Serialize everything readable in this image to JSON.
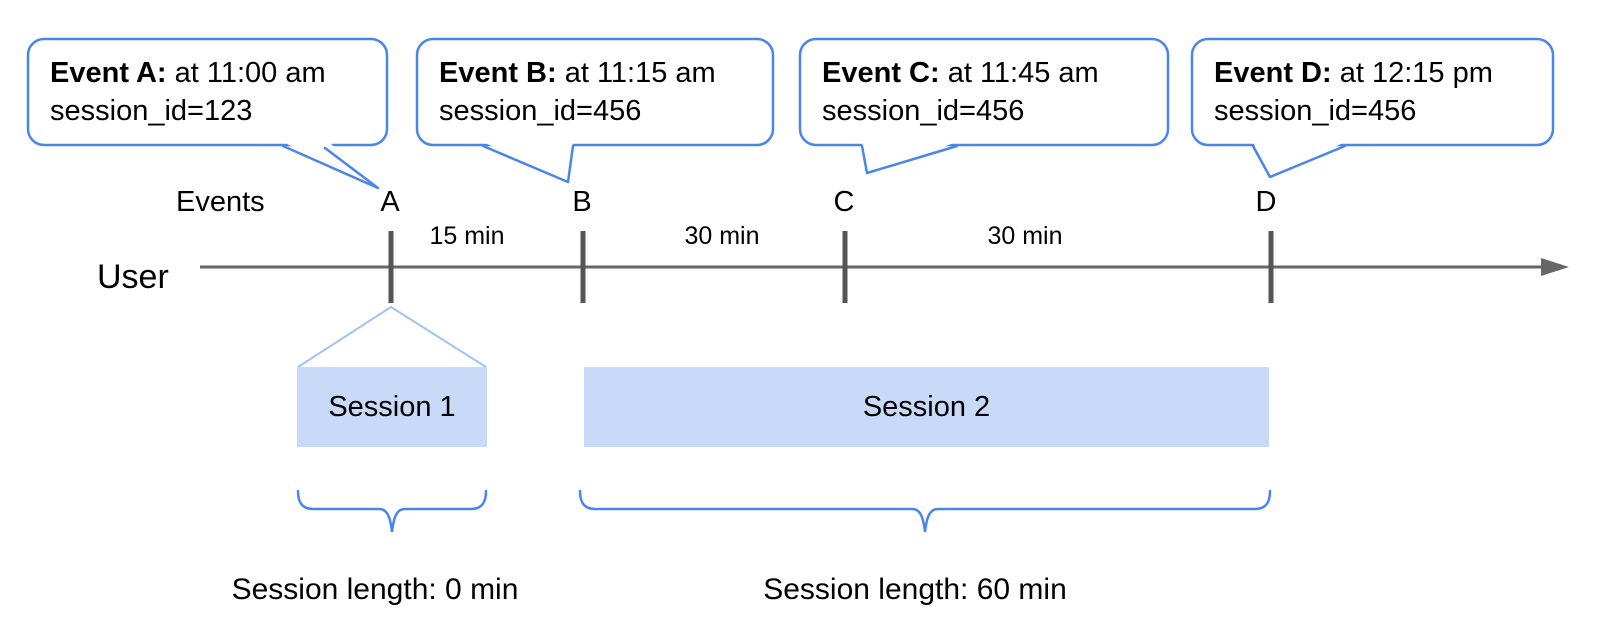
{
  "axis": {
    "user_label": "User",
    "events_label": "Events"
  },
  "events": [
    {
      "letter": "A",
      "bubble_label": "Event A:",
      "bubble_time": "at 11:00 am",
      "bubble_session": "session_id=123"
    },
    {
      "letter": "B",
      "bubble_label": "Event B:",
      "bubble_time": "at 11:15 am",
      "bubble_session": "session_id=456"
    },
    {
      "letter": "C",
      "bubble_label": "Event C:",
      "bubble_time": "at 11:45 am",
      "bubble_session": "session_id=456"
    },
    {
      "letter": "D",
      "bubble_label": "Event D:",
      "bubble_time": "at 12:15 pm",
      "bubble_session": "session_id=456"
    }
  ],
  "intervals": [
    "15 min",
    "30 min",
    "30 min"
  ],
  "sessions": [
    {
      "label": "Session 1",
      "length": "Session length: 0 min"
    },
    {
      "label": "Session 2",
      "length": "Session length: 60 min"
    }
  ],
  "colors": {
    "bubble_border": "#4a86e8",
    "session_fill": "#c9daf8",
    "funnel_line": "#a4c2f4",
    "brace": "#4a86e8",
    "timeline": "#666666",
    "tick": "#555555",
    "text": "#000000",
    "background": "#ffffff"
  }
}
